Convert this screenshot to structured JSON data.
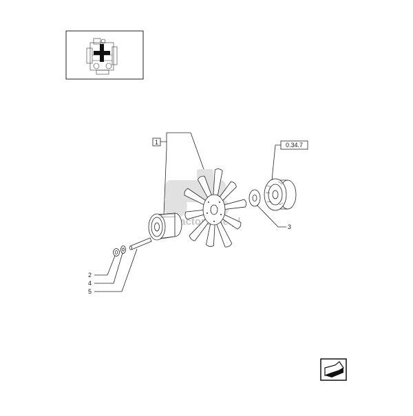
{
  "diagram": {
    "callouts": {
      "item_1": "1",
      "item_2": "2",
      "item_3": "3",
      "item_4": "4",
      "item_5": "5"
    },
    "reference_box": "0.34.7",
    "watermark": "tractorbase.pl"
  },
  "icons": {
    "thumbnail": "engine-thumbnail-icon",
    "navigation": "next-page-arrow-icon"
  }
}
